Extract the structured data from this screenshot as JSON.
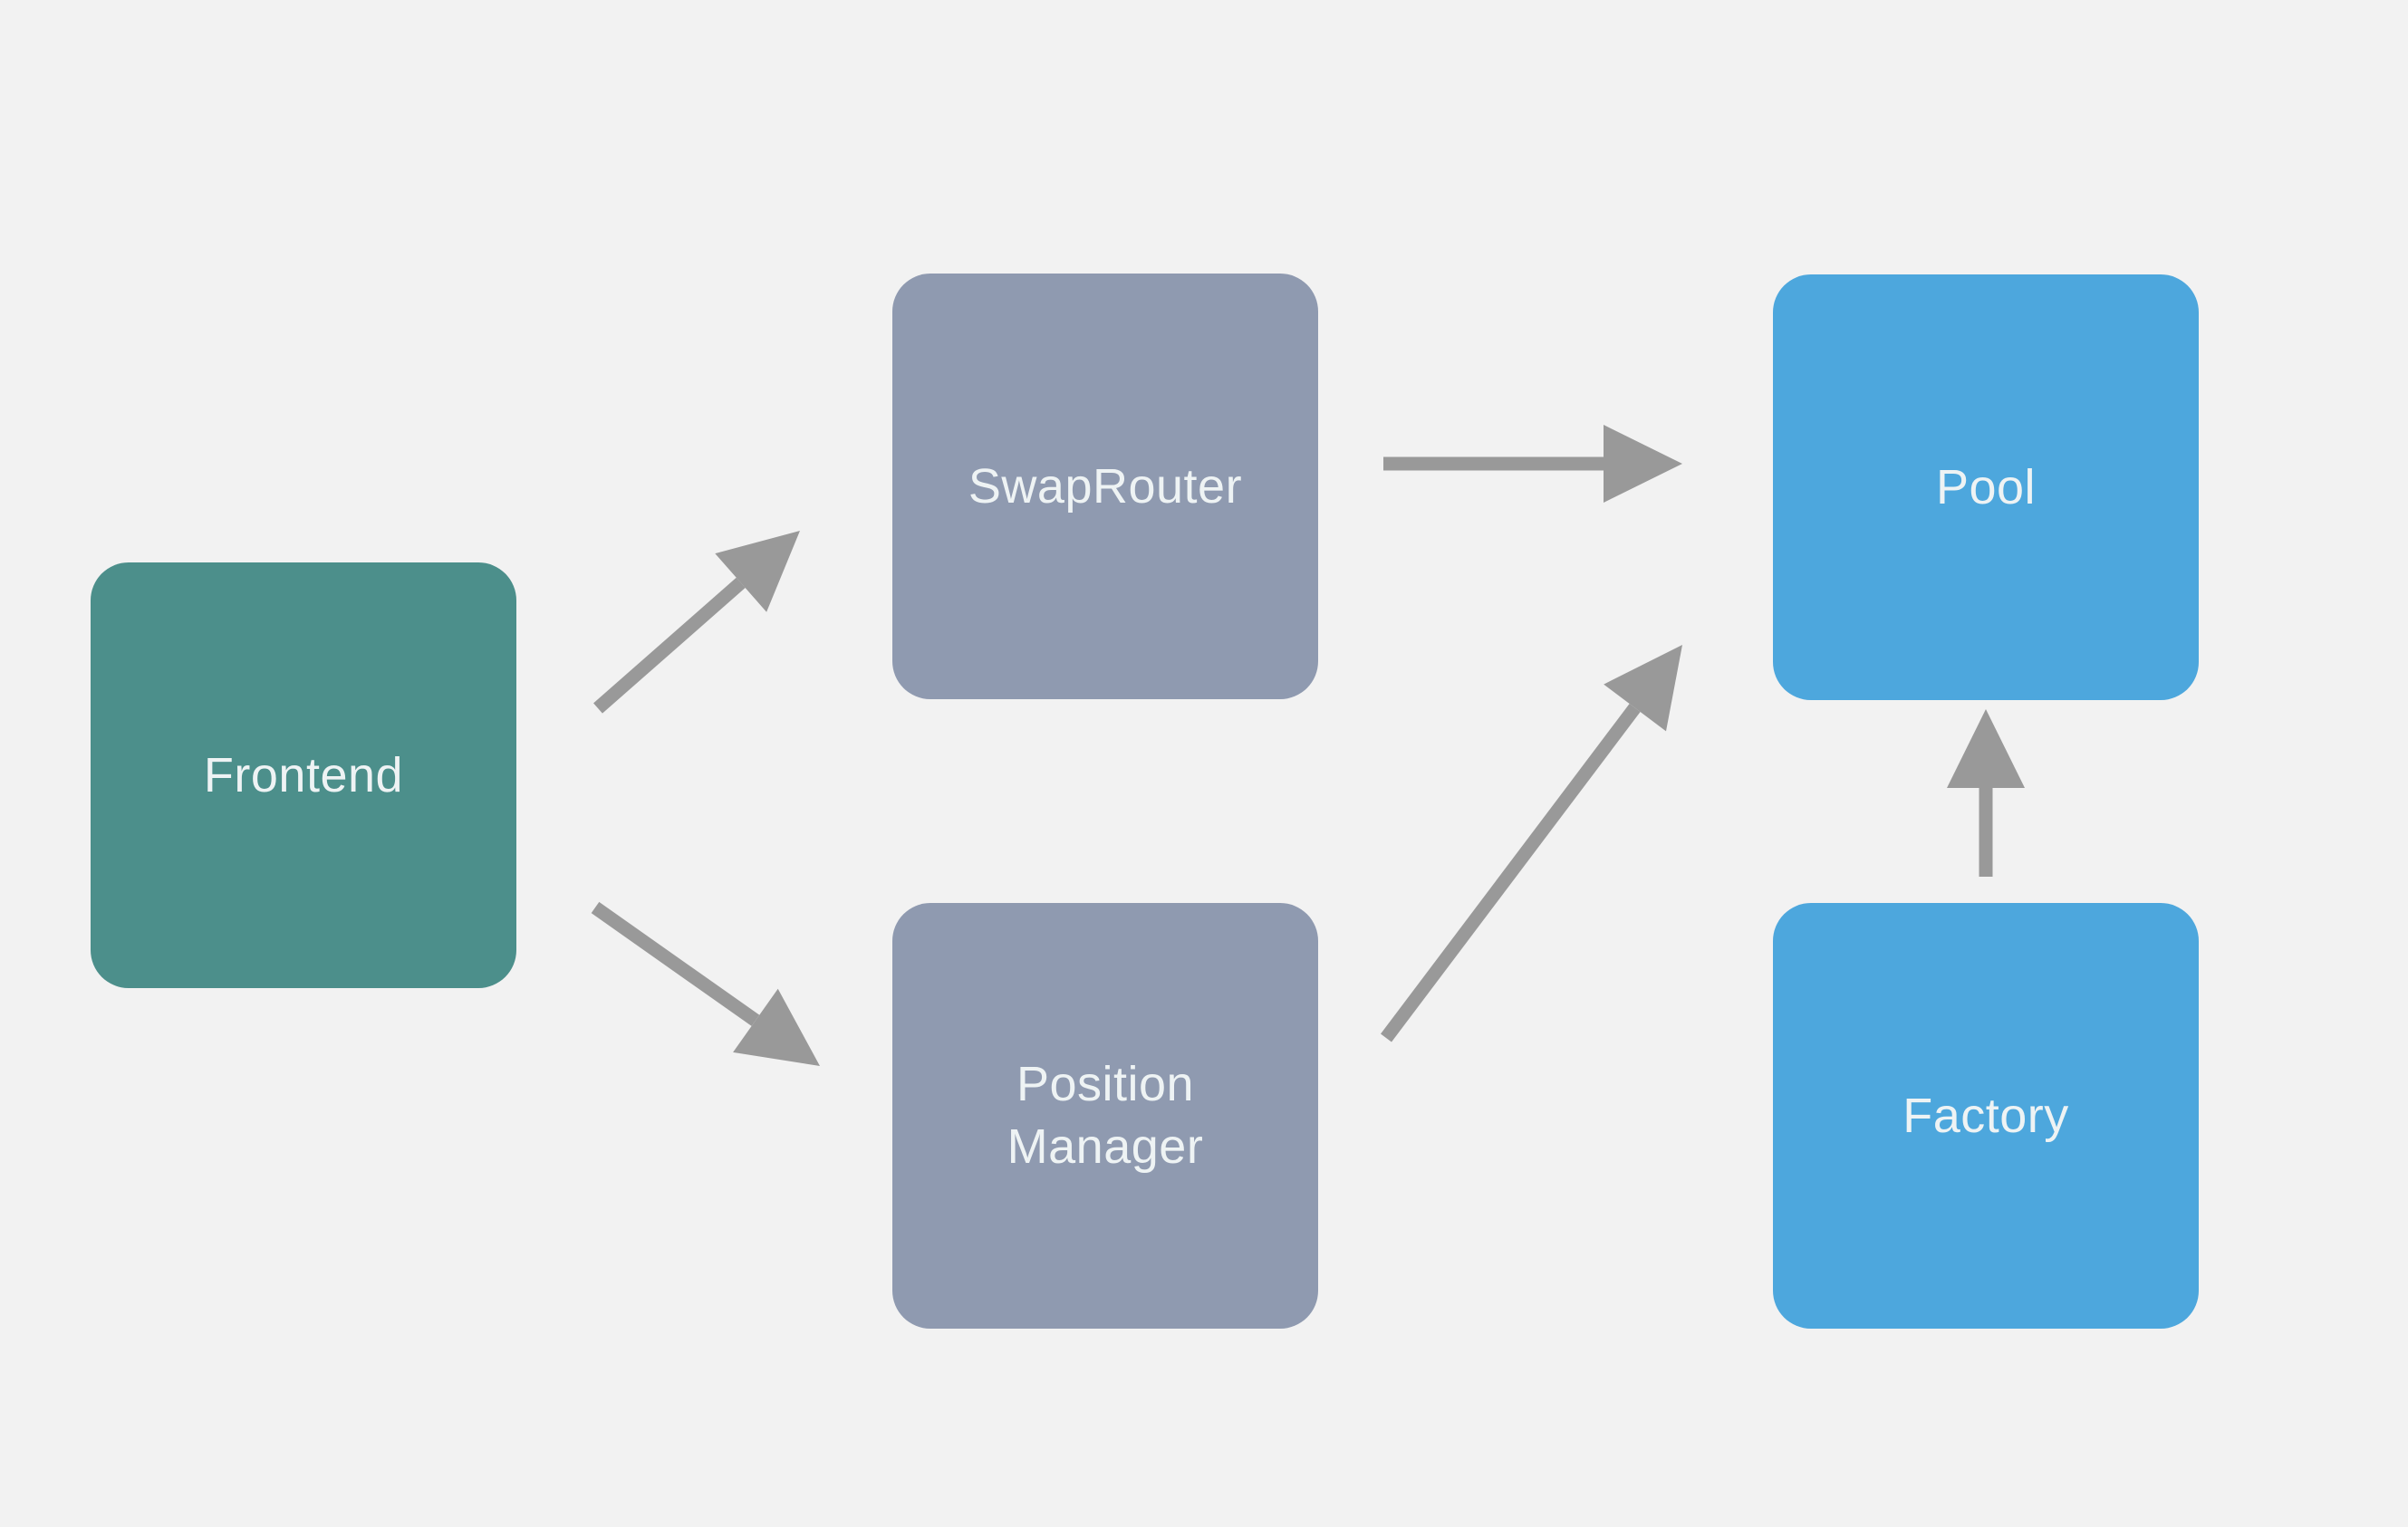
{
  "diagram": {
    "background_color": "#f2f2f2",
    "arrow_color": "#999999",
    "label_color": "#eef3f4",
    "nodes": {
      "frontend": {
        "label": "Frontend",
        "color": "#4c8f8b"
      },
      "swap_router": {
        "label": "SwapRouter",
        "color": "#8f9ab0"
      },
      "position_manager": {
        "label": "Position Manager",
        "color": "#8f9ab0"
      },
      "pool": {
        "label": "Pool",
        "color": "#4da7dd"
      },
      "factory": {
        "label": "Factory",
        "color": "#4da7dd"
      }
    },
    "edges": [
      {
        "from": "Frontend",
        "to": "SwapRouter"
      },
      {
        "from": "Frontend",
        "to": "Position Manager"
      },
      {
        "from": "SwapRouter",
        "to": "Pool"
      },
      {
        "from": "Position Manager",
        "to": "Pool"
      },
      {
        "from": "Factory",
        "to": "Pool"
      }
    ]
  }
}
